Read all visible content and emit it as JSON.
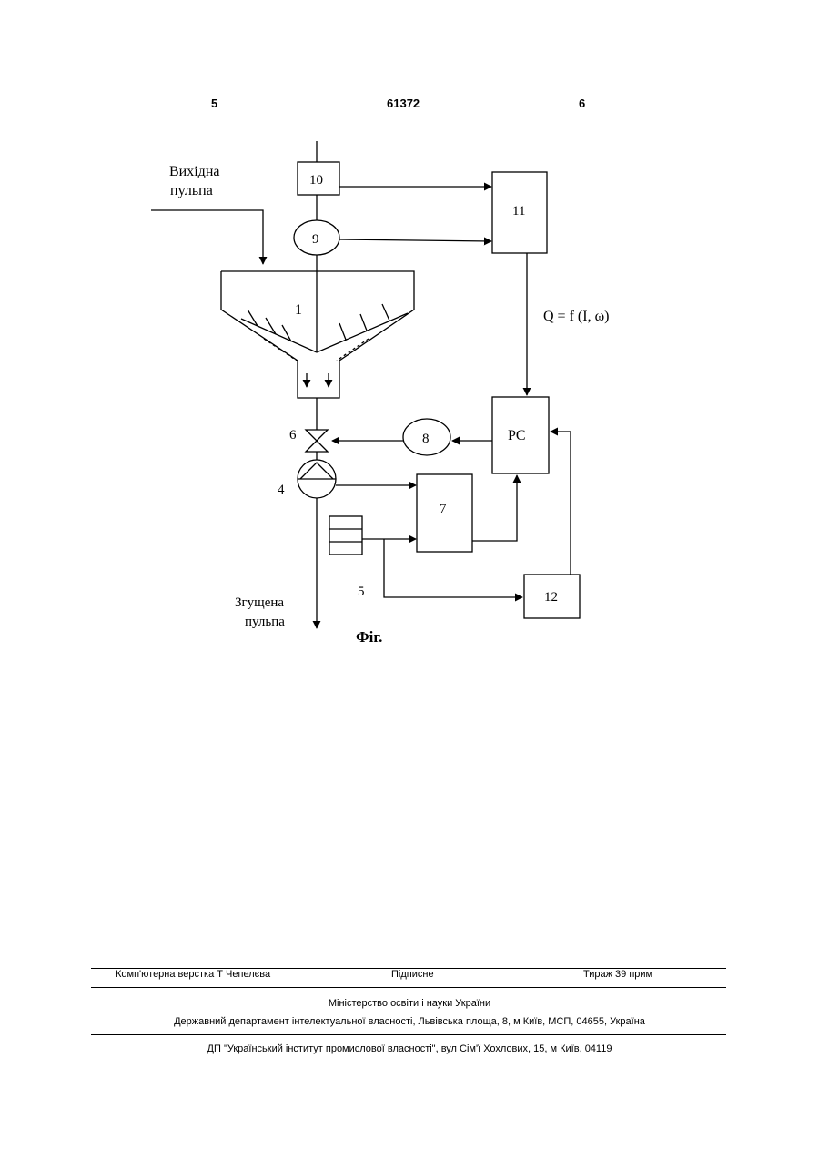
{
  "header": {
    "left_page": "5",
    "patent_number": "61372",
    "right_page": "6"
  },
  "figure": {
    "label_input": [
      "Вихідна",
      "пульпа"
    ],
    "label_output": [
      "Згущена",
      "пульпа"
    ],
    "caption": "Фіг.",
    "formula": "Q = f (I, ω)",
    "blocks": {
      "b1": "1",
      "b4": "4",
      "b5": "5",
      "b6": "6",
      "b7": "7",
      "b8": "8",
      "b9": "9",
      "b10": "10",
      "b11": "11",
      "b12": "12",
      "pc": "PC"
    }
  },
  "footer": {
    "typesetting": "Комп'ютерна верстка Т  Чепелєва",
    "signed": "Підписне",
    "circulation": "Тираж 39 прим",
    "ministry": "Міністерство освіти і науки України",
    "department": "Державний департамент інтелектуальної власності, Львівська площа, 8, м  Київ, МСП, 04655, Україна",
    "institute": "ДП \"Український інститут промислової власності\", вул  Сім'ї Хохлових, 15, м  Київ, 04119"
  }
}
